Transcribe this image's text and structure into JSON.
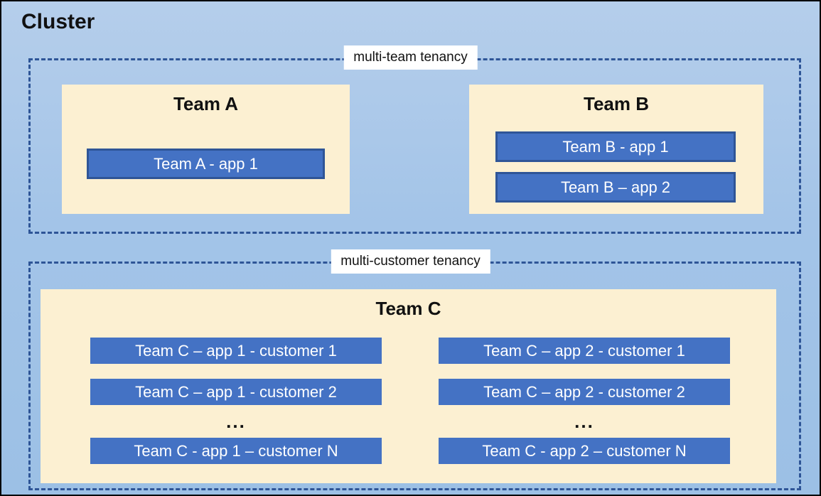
{
  "title": "Cluster",
  "colors": {
    "cluster_background": "#a9c8e8",
    "dashed_border": "#2e5597",
    "team_box_fill": "#fcf0d2",
    "app_fill": "#4472c4",
    "app_border": "#2f5597",
    "app_text": "#ffffff",
    "label_background": "#ffffff",
    "text": "#111111"
  },
  "sections": [
    {
      "label": "multi-team tenancy",
      "teams": [
        {
          "name": "Team A",
          "apps": [
            "Team A - app 1"
          ]
        },
        {
          "name": "Team B",
          "apps": [
            "Team B - app 1",
            "Team B – app 2"
          ]
        }
      ]
    },
    {
      "label": "multi-customer tenancy",
      "teams": [
        {
          "name": "Team C",
          "columns": [
            {
              "apps": [
                "Team C – app 1 - customer 1",
                "Team C – app 1 - customer 2"
              ],
              "ellipsis": "...",
              "last_app": "Team C - app 1 – customer N"
            },
            {
              "apps": [
                "Team C – app 2 - customer 1",
                "Team C – app 2 - customer 2"
              ],
              "ellipsis": "...",
              "last_app": "Team C - app 2 – customer N"
            }
          ]
        }
      ]
    }
  ]
}
